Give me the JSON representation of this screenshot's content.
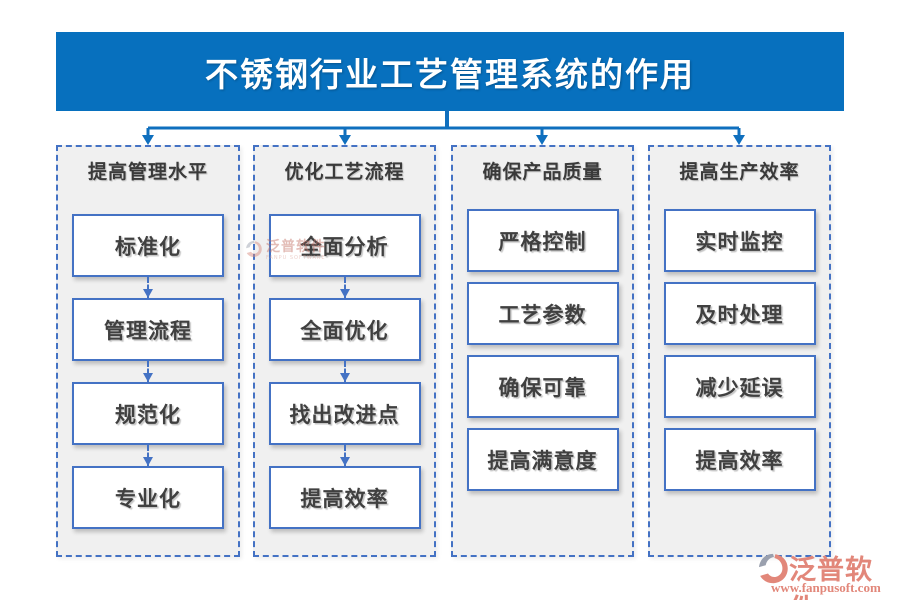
{
  "title": "不锈钢行业工艺管理系统的作用",
  "columns": [
    {
      "header": "提高管理水平",
      "items": [
        "标准化",
        "管理流程",
        "规范化",
        "专业化"
      ]
    },
    {
      "header": "优化工艺流程",
      "items": [
        "全面分析",
        "全面优化",
        "找出改进点",
        "提高效率"
      ]
    },
    {
      "header": "确保产品质量",
      "items": [
        "严格控制",
        "工艺参数",
        "确保可靠",
        "提高满意度"
      ]
    },
    {
      "header": "提高生产效率",
      "items": [
        "实时监控",
        "及时处理",
        "减少延误",
        "提高效率"
      ]
    }
  ],
  "watermark": {
    "brand": "泛普软件",
    "subtitle": "FANPU SOFTWARE"
  },
  "footer_logo": {
    "brand": "泛普软件",
    "website": "www.fanpusoft.com"
  },
  "colors": {
    "title_bar": "#0770BE",
    "connector": "#0F6FBE",
    "box_border": "#4472C4",
    "column_bg": "#F0F0F0",
    "box_text": "#404040",
    "logo_accent": "#E2877A",
    "logo_gray": "#9AA0AE"
  }
}
